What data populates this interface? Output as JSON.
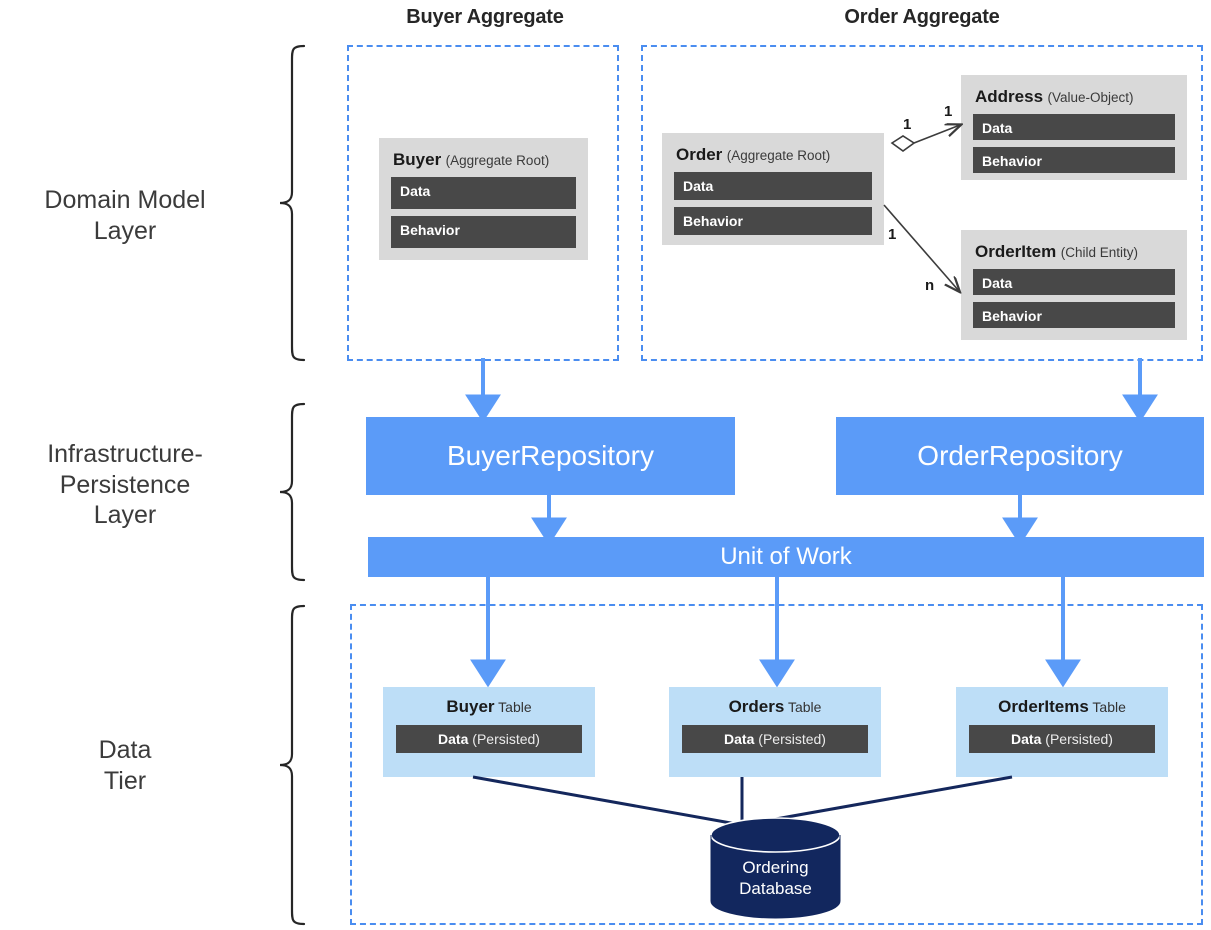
{
  "diagram": {
    "title_buyer_aggregate": "Buyer Aggregate",
    "title_order_aggregate": "Order Aggregate",
    "colors": {
      "dashed_border": "#4a8df0",
      "blue_block": "#5b9bf8",
      "light_blue_table": "#bddef7",
      "entity_gray": "#d9d9d9",
      "entity_bar": "#484848",
      "db_navy": "#12275e",
      "text": "#262626"
    }
  },
  "layers": [
    {
      "id": "domain-model",
      "label": "Domain Model\nLayer",
      "line1": "Domain Model",
      "line2": "Layer"
    },
    {
      "id": "infrastructure-persistence",
      "label": "Infrastructure-\nPersistence\nLayer",
      "line1": "Infrastructure-",
      "line2": "Persistence",
      "line3": "Layer"
    },
    {
      "id": "data-tier",
      "label": "Data\nTier",
      "line1": "Data",
      "line2": "Tier"
    }
  ],
  "entities": {
    "buyer": {
      "name": "Buyer",
      "stereotype": "(Aggregate Root)",
      "sections": [
        "Data",
        "Behavior"
      ]
    },
    "order": {
      "name": "Order",
      "stereotype": "(Aggregate Root)",
      "sections": [
        "Data",
        "Behavior"
      ]
    },
    "address": {
      "name": "Address",
      "stereotype": "(Value-Object)",
      "sections": [
        "Data",
        "Behavior"
      ]
    },
    "orderitem": {
      "name": "OrderItem",
      "stereotype": "(Child Entity)",
      "sections": [
        "Data",
        "Behavior"
      ]
    }
  },
  "relationships": [
    {
      "from": "order",
      "to": "address",
      "source_multiplicity": "1",
      "target_multiplicity": "1",
      "kind": "aggregation"
    },
    {
      "from": "order",
      "to": "orderitem",
      "source_multiplicity": "1",
      "target_multiplicity": "n",
      "kind": "composition"
    }
  ],
  "persistence": {
    "buyer_repository": "BuyerRepository",
    "order_repository": "OrderRepository",
    "unit_of_work": "Unit of Work"
  },
  "tables": [
    {
      "id": "buyer-table",
      "name": "Buyer",
      "suffix": " Table",
      "row_bold": "Data",
      "row_normal": " (Persisted)"
    },
    {
      "id": "orders-table",
      "name": "Orders",
      "suffix": " Table",
      "row_bold": "Data",
      "row_normal": " (Persisted)"
    },
    {
      "id": "orderitems-table",
      "name": "OrderItems",
      "suffix": " Table",
      "row_bold": "Data",
      "row_normal": " (Persisted)"
    }
  ],
  "database": {
    "line1": "Ordering",
    "line2": "Database"
  }
}
